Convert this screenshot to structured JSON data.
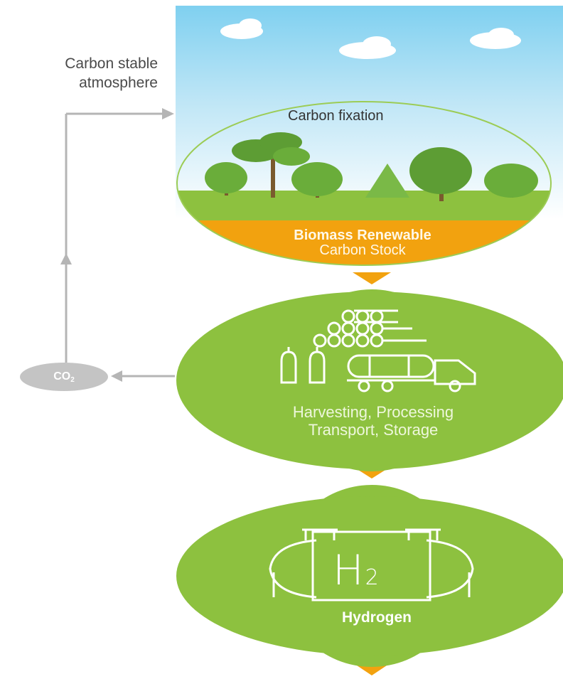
{
  "atmosphere": {
    "line1": "Carbon stable",
    "line2": "atmosphere"
  },
  "fixation": {
    "label": "Carbon fixation"
  },
  "biomass": {
    "line1": "Biomass Renewable",
    "line2": "Carbon Stock"
  },
  "processing": {
    "line1": "Harvesting, Processing",
    "line2": "Transport, Storage"
  },
  "co2": {
    "label": "CO",
    "sub": "2"
  },
  "hydrogen": {
    "label": "Hydrogen",
    "symbol": "H",
    "sub": "2"
  },
  "colors": {
    "green": "#8dc13f",
    "dark_green": "#4f9a35",
    "orange": "#f2a20f",
    "gray": "#b5b5b5",
    "sky": "#7fd0f0"
  }
}
